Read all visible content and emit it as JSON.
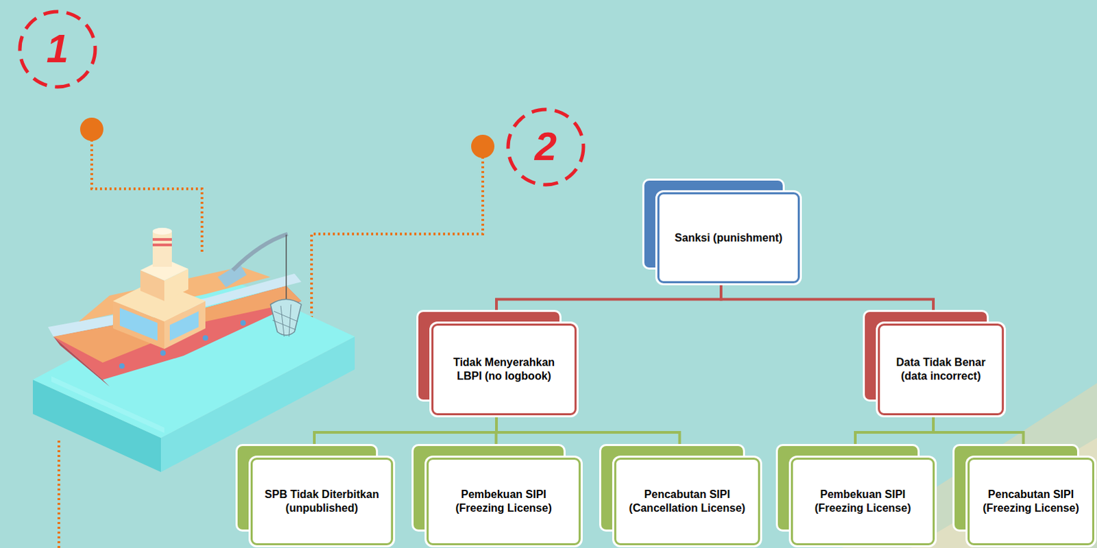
{
  "diagram": {
    "nodes": [
      {
        "text": [
          "Sanksi (punishment)"
        ]
      },
      {
        "text": [
          "Tidak Menyerahkan LBPI (no logbook)"
        ]
      },
      {
        "text": [
          "Data Tidak Benar (data incorrect)"
        ]
      },
      {
        "text": [
          "SPB Tidak Diterbitkan (unpublished)"
        ]
      },
      {
        "text": [
          "Pembekuan SIPI (Freezing License)"
        ]
      },
      {
        "text": [
          "Pencabutan SIPI (Cancellation License)"
        ]
      },
      {
        "text": [
          "Pembekuan SIPI (Freezing License)"
        ]
      },
      {
        "text": [
          "Pencabutan SIPI (Freezing License)"
        ]
      }
    ],
    "edges": [
      {
        "from": 0,
        "to": 1,
        "arrow": "none"
      },
      {
        "from": 0,
        "to": 2,
        "arrow": "none"
      },
      {
        "from": 1,
        "to": 3,
        "arrow": "none"
      },
      {
        "from": 1,
        "to": 4,
        "arrow": "none"
      },
      {
        "from": 1,
        "to": 5,
        "arrow": "none"
      },
      {
        "from": 2,
        "to": 6,
        "arrow": "none"
      },
      {
        "from": 2,
        "to": 7,
        "arrow": "none"
      }
    ],
    "labels": [
      "1",
      "2"
    ]
  }
}
